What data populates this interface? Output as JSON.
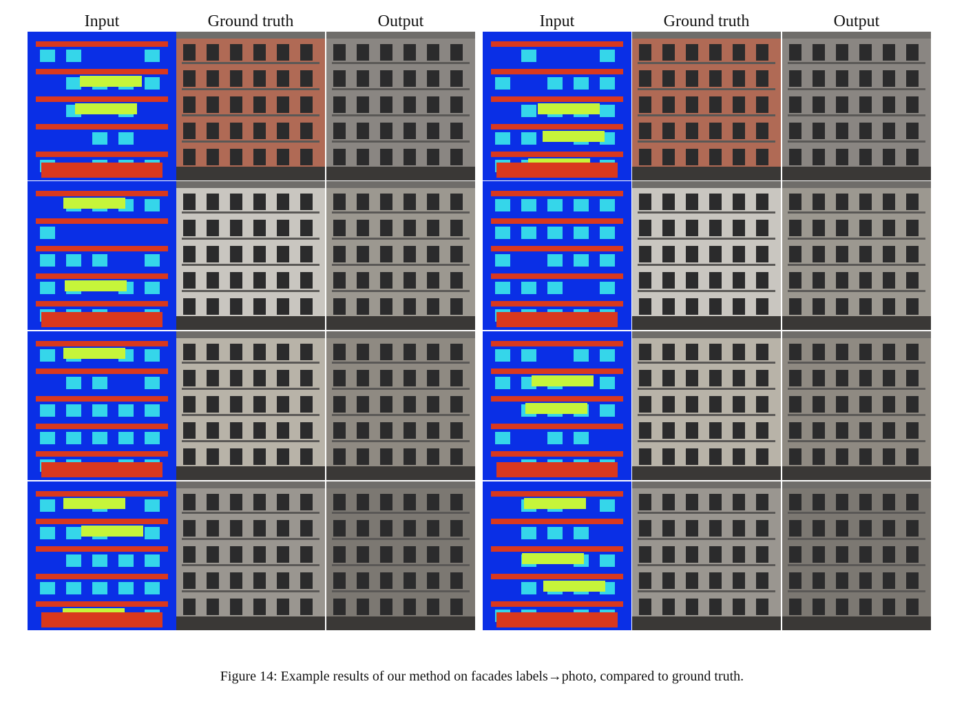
{
  "figure": {
    "left_headers": [
      "Input",
      "Ground truth",
      "Output"
    ],
    "right_headers": [
      "Input",
      "Ground truth",
      "Output"
    ],
    "caption": "Figure 14: Example results of our method on facades labels→photo, compared to ground truth."
  },
  "colors": {
    "label_background": "#0a2fe6",
    "label_wall_trim": "#d9381e",
    "label_window": "#35d6ea",
    "label_balcony": "#c6f53a",
    "photo_gray": "#8e8e8a"
  }
}
